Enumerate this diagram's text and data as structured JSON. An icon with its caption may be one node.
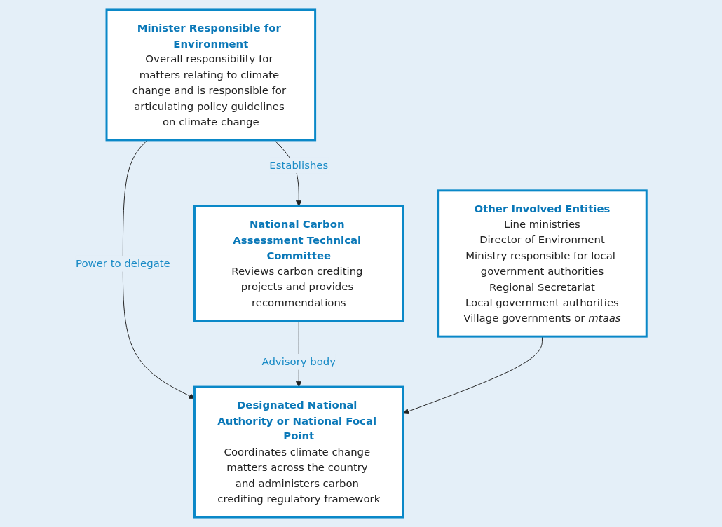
{
  "diagram": {
    "nodes": [
      {
        "text": [
          "Minister Responsible for Environment",
          "Overall responsibility for matters relating to climate change and is responsible for articulating policy guidelines on climate change"
        ]
      },
      {
        "text": [
          "National Carbon Assessment Technical Committee",
          "Reviews carbon crediting projects and provides recommendations"
        ]
      },
      {
        "text": [
          "Designated National Authority or National Focal Point",
          "Coordinates climate change matters across the country and administers carbon crediting regulatory framework"
        ]
      },
      {
        "text": [
          "Other Involved Entities",
          "Line ministries",
          "Director of Environment",
          "Ministry responsible for local government authorities",
          "Regional Secretariat",
          "Local government authorities",
          "Village governments or *mtaas*"
        ]
      }
    ],
    "edges": [
      {
        "from": 0,
        "to": 1,
        "arrow": "to",
        "label": "Establishes"
      },
      {
        "from": 0,
        "to": 2,
        "arrow": "to",
        "label": "Power to delegate"
      },
      {
        "from": 1,
        "to": 2,
        "arrow": "to",
        "label": "Advisory body"
      },
      {
        "from": 3,
        "to": 2,
        "arrow": "to"
      }
    ]
  }
}
